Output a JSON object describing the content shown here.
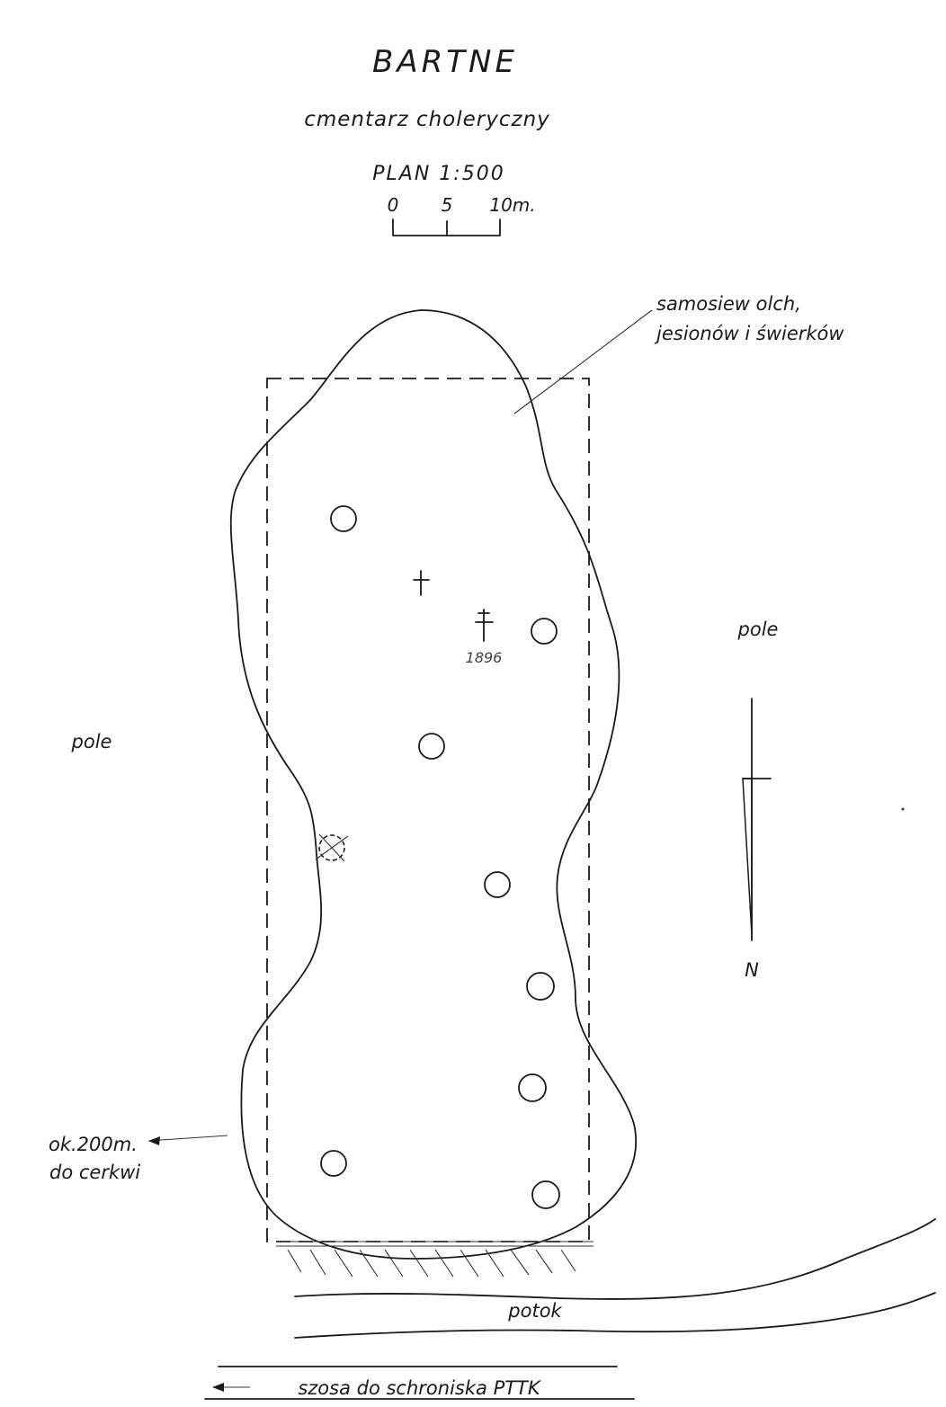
{
  "header": {
    "title": "BARTNE",
    "subtitle": "cmentarz choleryczny",
    "plan_label": "PLAN 1:500"
  },
  "scale": {
    "ticks": [
      "0",
      "5",
      "10m."
    ]
  },
  "labels": {
    "vegetation_line1": "samosiew olch,",
    "vegetation_line2": "jesionów i świerków",
    "field_east": "pole",
    "field_west": "pole",
    "cross_date": "1896",
    "north": "N",
    "distance_line1": "ok.200m.",
    "distance_line2": "do cerkwi",
    "stream": "potok",
    "road": "szosa do schroniska PTTK"
  }
}
